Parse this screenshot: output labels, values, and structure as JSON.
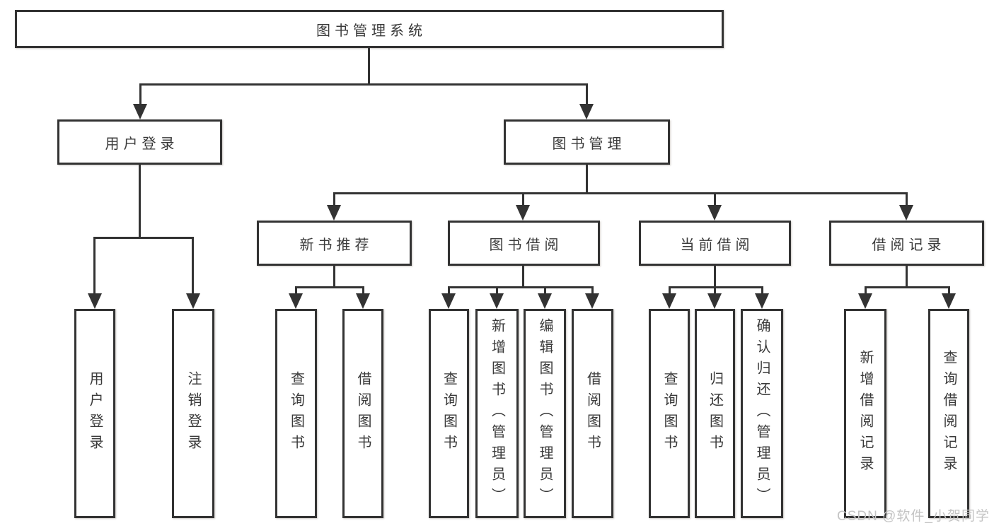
{
  "tree": {
    "label": "图书管理系统",
    "children": [
      {
        "label": "用户登录",
        "children": [
          {
            "label": "用户登录"
          },
          {
            "label": "注销登录"
          }
        ]
      },
      {
        "label": "图书管理",
        "children": [
          {
            "label": "新书推荐",
            "children": [
              {
                "label": "查询图书"
              },
              {
                "label": "借阅图书"
              }
            ]
          },
          {
            "label": "图书借阅",
            "children": [
              {
                "label": "查询图书"
              },
              {
                "label": "新增图书（管理员）"
              },
              {
                "label": "编辑图书（管理员）"
              },
              {
                "label": "借阅图书"
              }
            ]
          },
          {
            "label": "当前借阅",
            "children": [
              {
                "label": "查询图书"
              },
              {
                "label": "归还图书"
              },
              {
                "label": "确认归还（管理员）"
              }
            ]
          },
          {
            "label": "借阅记录",
            "children": [
              {
                "label": "新增借阅记录"
              },
              {
                "label": "查询借阅记录"
              }
            ]
          }
        ]
      }
    ]
  },
  "watermark": {
    "text": "CSDN @软件_小贺同学"
  },
  "colors": {
    "line": "#333333",
    "text": "#3a3a3a",
    "watermark": "#c4c4c4",
    "background": "#ffffff"
  }
}
